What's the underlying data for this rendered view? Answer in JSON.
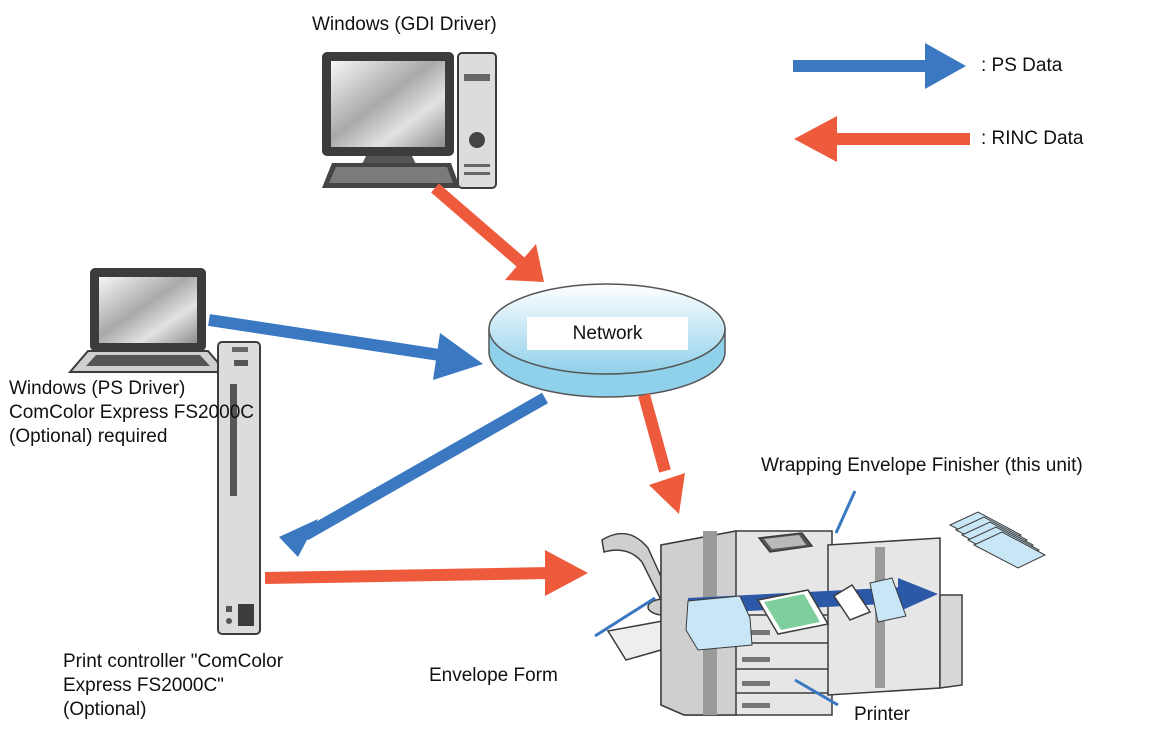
{
  "colors": {
    "ps_data": "#3a78c2",
    "rinc_data": "#ee5b3c",
    "network_fill": "#b9e2f3",
    "network_stroke": "#555555",
    "device_gray": "#d6d6d6",
    "device_dark": "#3c3c3c"
  },
  "legend": {
    "ps_label": ": PS Data",
    "rinc_label": ": RINC Data"
  },
  "nodes": {
    "windows_gdi": {
      "label": "Windows (GDI Driver)",
      "icon": "desktop-computer-icon"
    },
    "windows_ps": {
      "label_lines": [
        "Windows (PS Driver)",
        "ComColor Express FS2000C",
        "(Optional) required"
      ],
      "icon": "laptop-icon"
    },
    "network": {
      "label": "Network",
      "icon": "network-cylinder-icon"
    },
    "print_controller": {
      "label_lines": [
        "Print controller \"ComColor",
        "Express FS2000C\"",
        "(Optional)"
      ],
      "icon": "print-controller-tower-icon"
    },
    "printer": {
      "label": "Printer",
      "icon": "printer-icon"
    },
    "finisher": {
      "label": "Wrapping Envelope Finisher (this unit)"
    },
    "envelope_form": {
      "label": "Envelope Form"
    }
  },
  "connections": [
    {
      "from": "Windows (GDI Driver)",
      "to": "Network",
      "data": "RINC Data"
    },
    {
      "from": "Windows (PS Driver)",
      "to": "Network",
      "data": "PS Data"
    },
    {
      "from": "Network",
      "to": "Printer",
      "data": "RINC Data"
    },
    {
      "from": "Network",
      "to": "Print controller",
      "data": "PS Data"
    },
    {
      "from": "Print controller",
      "to": "Printer",
      "data": "RINC Data"
    }
  ]
}
